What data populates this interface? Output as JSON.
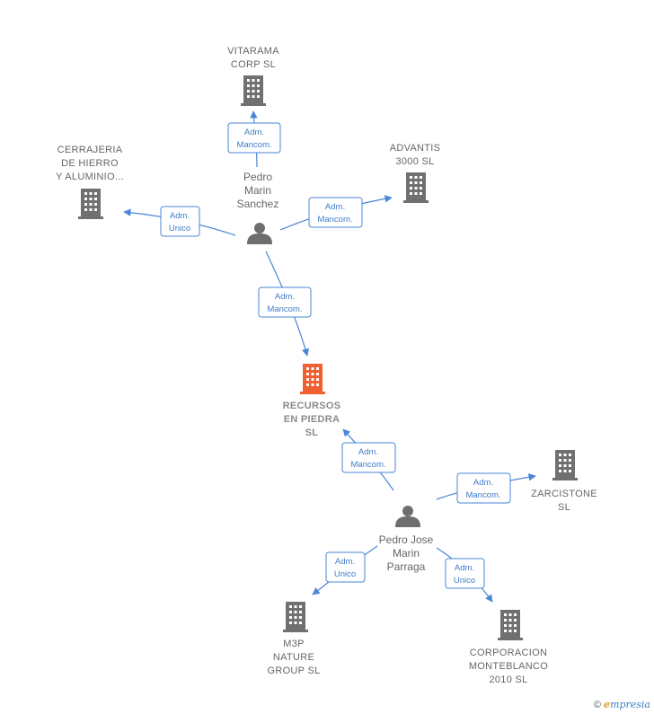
{
  "colors": {
    "company": "#707070",
    "focus_company": "#f06030",
    "person": "#6e6e6e",
    "edge": "#4a86d6"
  },
  "nodes": {
    "vitarama": {
      "lines": [
        "VITARAMA",
        "CORP  SL"
      ],
      "icon": "building-icon"
    },
    "cerrajeria": {
      "lines": [
        "CERRAJERIA",
        "DE HIERRO",
        "Y ALUMINIO..."
      ],
      "icon": "building-icon"
    },
    "advantis": {
      "lines": [
        "ADVANTIS",
        "3000  SL"
      ],
      "icon": "building-icon"
    },
    "recursos": {
      "lines": [
        "RECURSOS",
        "EN PIEDRA",
        "SL"
      ],
      "icon": "building-icon"
    },
    "zarcistone": {
      "lines": [
        "ZARCISTONE",
        "SL"
      ],
      "icon": "building-icon"
    },
    "m3p": {
      "lines": [
        "M3P",
        "NATURE",
        "GROUP  SL"
      ],
      "icon": "building-icon"
    },
    "corporacion": {
      "lines": [
        "CORPORACION",
        "MONTEBLANCO",
        "2010 SL"
      ],
      "icon": "building-icon"
    },
    "pedro_marin": {
      "lines": [
        "Pedro",
        "Marin",
        "Sanchez"
      ],
      "icon": "person-icon"
    },
    "pedro_jose": {
      "lines": [
        "Pedro Jose",
        "Marin",
        "Parraga"
      ],
      "icon": "person-icon"
    }
  },
  "relations": {
    "r_vitarama": {
      "lines": [
        "Adm.",
        "Mancom."
      ]
    },
    "r_cerrajeria": {
      "lines": [
        "Adm.",
        "Unico"
      ]
    },
    "r_advantis": {
      "lines": [
        "Adm.",
        "Mancom."
      ]
    },
    "r_recursos_top": {
      "lines": [
        "Adm.",
        "Mancom."
      ]
    },
    "r_recursos_bottom": {
      "lines": [
        "Adm.",
        "Mancom."
      ]
    },
    "r_zarcistone": {
      "lines": [
        "Adm.",
        "Mancom."
      ]
    },
    "r_m3p": {
      "lines": [
        "Adm.",
        "Unico"
      ]
    },
    "r_corporacion": {
      "lines": [
        "Adm.",
        "Unico"
      ]
    }
  },
  "brand": {
    "copyright": "©",
    "e": "e",
    "rest": "mpresia"
  }
}
